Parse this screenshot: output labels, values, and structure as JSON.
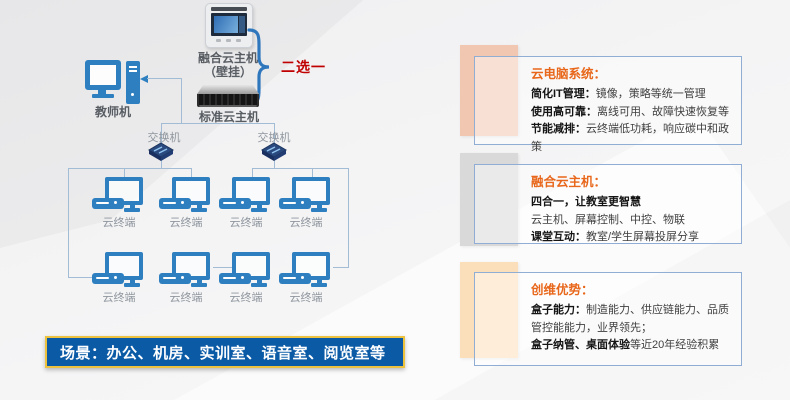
{
  "diagram": {
    "wall_host_label_1": "融合云主机",
    "wall_host_label_2": "（壁挂）",
    "choice_label": "二选一",
    "server_label": "标准云主机",
    "teacher_label": "教师机",
    "switch_label": "交换机",
    "terminal_label": "云终端",
    "banner_text": "场景：办公、机房、实训室、语音室、阅览室等"
  },
  "cards": [
    {
      "title": "云电脑系统：",
      "lines": [
        {
          "bold": "简化IT管理：",
          "text": "镜像，策略等统一管理"
        },
        {
          "bold": "使用高可靠：",
          "text": "离线可用、故障快速恢复等"
        },
        {
          "bold": "节能减排：",
          "text": "云终端低功耗，响应碳中和政策"
        }
      ]
    },
    {
      "title": "融合云主机：",
      "lines": [
        {
          "bold": "四合一，让教室更智慧",
          "text": ""
        },
        {
          "bold": "",
          "text": "云主机、屏幕控制、中控、物联"
        },
        {
          "bold": "课堂互动：",
          "text": "教室/学生屏幕投屏分享"
        }
      ]
    },
    {
      "title": "创维优势：",
      "lines": [
        {
          "bold": "盒子能力：",
          "text": "制造能力、供应链能力、品质管控能能力，业界领先；"
        },
        {
          "bold": "盒子纳管、桌面体验",
          "text": "等近20年经验积累"
        }
      ]
    }
  ],
  "colors": {
    "icon_blue": "#2e7fc0",
    "connector": "#a3bcd6",
    "choice_red": "#c00000",
    "card_title_orange": "#e8671b",
    "card_border": "#90aed3",
    "banner_bg": "#0b5aa6",
    "banner_border": "#edc23f",
    "accent_1": "#f2c7b2",
    "accent_2": "#d9d9d9",
    "accent_3": "#fbdfba"
  }
}
